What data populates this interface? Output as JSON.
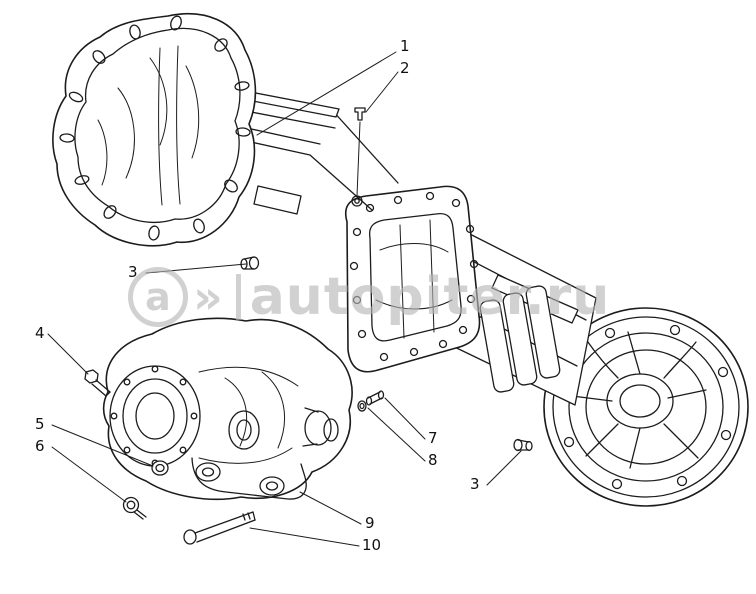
{
  "figure": {
    "description": "Exploded line-art parts diagram of a rear axle housing assembly with numbered callouts",
    "background_color": "#ffffff",
    "line_color": "#1c1c1c"
  },
  "watermark": {
    "logo_char": "a",
    "chevrons": "»",
    "site_text": "autopiter.ru",
    "color": "#b5b5b5"
  },
  "callouts": [
    {
      "label": "1"
    },
    {
      "label": "2"
    },
    {
      "label": "3"
    },
    {
      "label": "4"
    },
    {
      "label": "5"
    },
    {
      "label": "6"
    },
    {
      "label": "7"
    },
    {
      "label": "8"
    },
    {
      "label": "3"
    },
    {
      "label": "9"
    },
    {
      "label": "10"
    }
  ]
}
